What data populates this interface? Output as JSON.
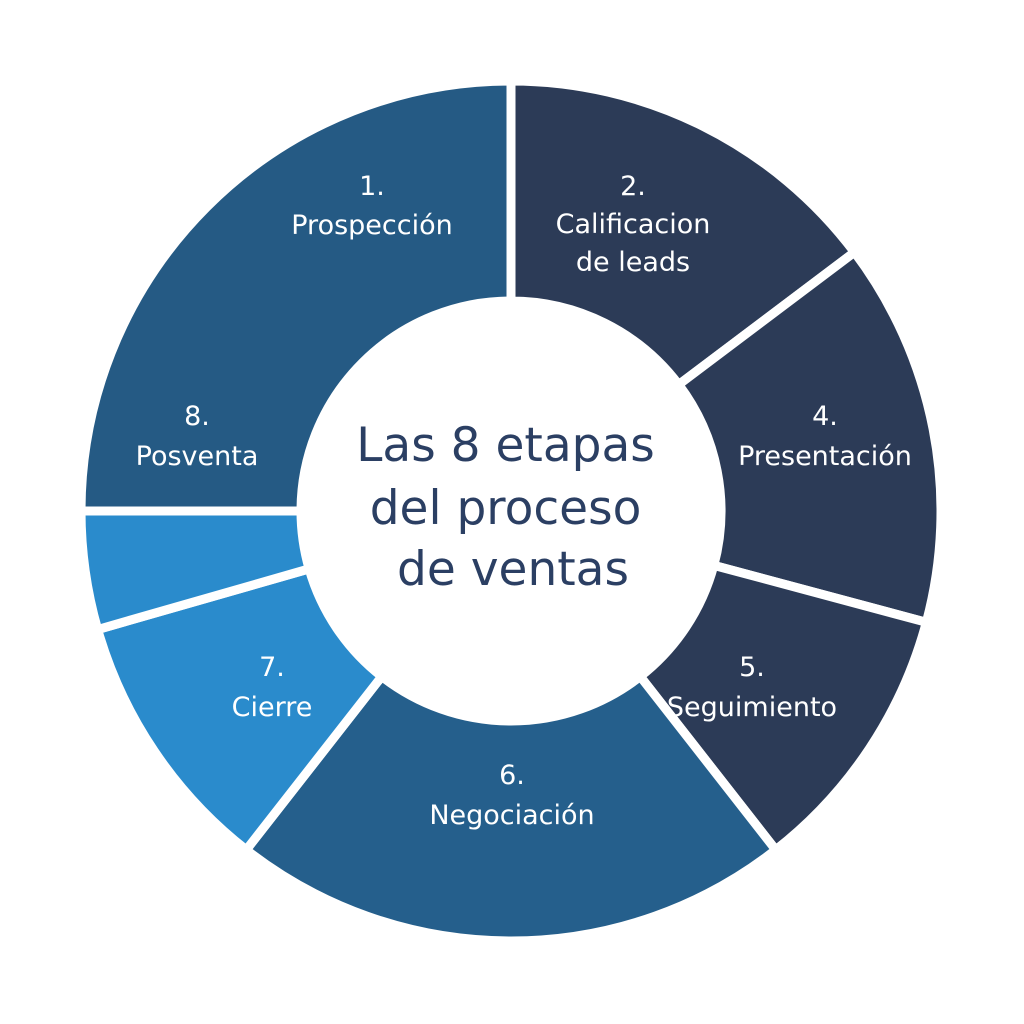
{
  "title_lines": [
    "Las 8 etapas",
    "del proceso",
    "de ventas"
  ],
  "stages": [
    {
      "number": "1.",
      "label_lines": [
        "Prospección"
      ],
      "color": "#255a84"
    },
    {
      "number": "2.",
      "label_lines": [
        "Calificacion",
        "de leads"
      ],
      "color": "#2c3b57"
    },
    {
      "number": "4.",
      "label_lines": [
        "Presentación"
      ],
      "color": "#2c3b57"
    },
    {
      "number": "5.",
      "label_lines": [
        "Seguimiento"
      ],
      "color": "#2c3b57"
    },
    {
      "number": "6.",
      "label_lines": [
        "Negociación"
      ],
      "color": "#255f8c"
    },
    {
      "number": "7.",
      "label_lines": [
        "Cierre"
      ],
      "color": "#2a8bcc"
    },
    {
      "number": "8.",
      "label_lines": [
        "Posventa"
      ],
      "color": "#2a8bcc"
    }
  ],
  "colors": {
    "background": "#ffffff",
    "title": "#2b3f63",
    "segment_text": "#ffffff"
  }
}
